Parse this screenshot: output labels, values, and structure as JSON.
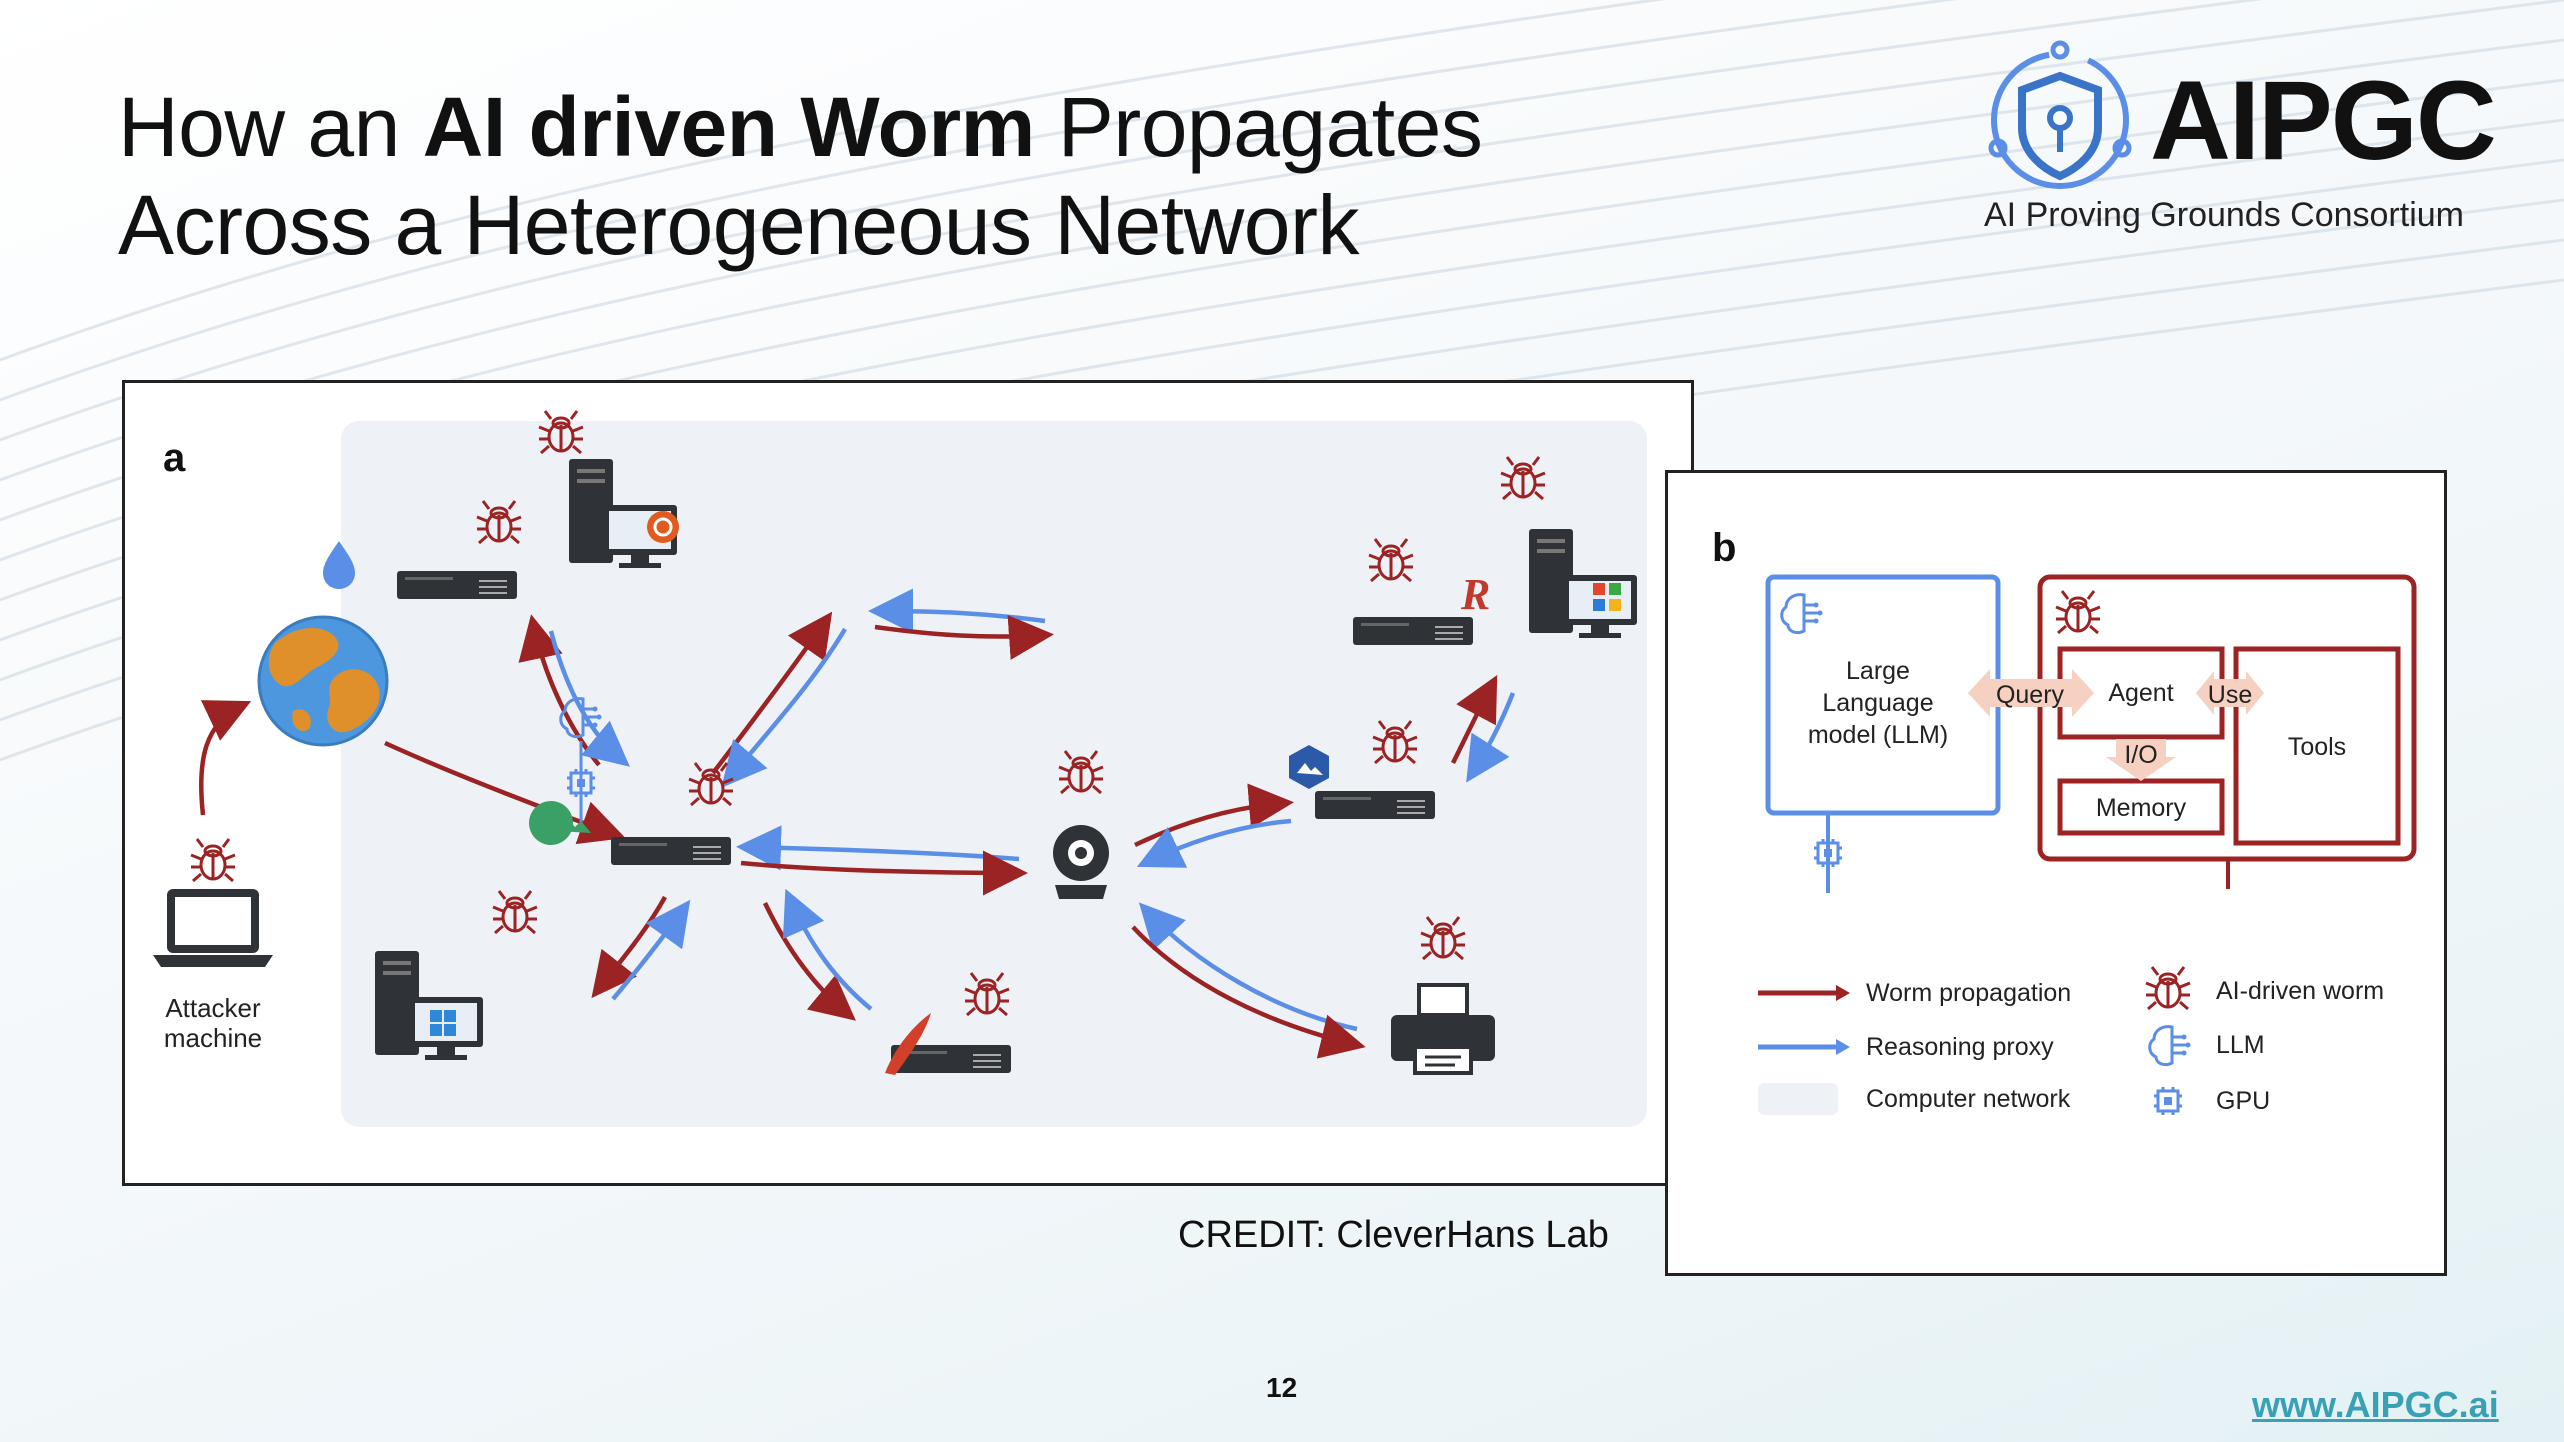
{
  "slide": {
    "title_pre": "How an ",
    "title_bold": "AI driven Worm",
    "title_post": " Propagates",
    "title_line2": "Across a Heterogeneous Network",
    "credit": "CREDIT: CleverHans Lab",
    "page_number": "12",
    "url": "www.AIPGC.ai"
  },
  "logo": {
    "name": "AIPGC",
    "subtitle": "AI Proving Grounds Consortium",
    "icon": "shield-circuit-icon"
  },
  "panel_a": {
    "label": "a",
    "attacker_label_line1": "Attacker",
    "attacker_label_line2": "machine"
  },
  "panel_b": {
    "label": "b",
    "llm_line1": "Large",
    "llm_line2": "Language",
    "llm_line3": "model (LLM)",
    "query": "Query",
    "agent": "Agent",
    "use": "Use",
    "io": "I/O",
    "tools": "Tools",
    "memory": "Memory",
    "legend": {
      "worm_propagation": "Worm propagation",
      "reasoning_proxy": "Reasoning proxy",
      "computer_network": "Computer network",
      "ai_worm": "AI-driven worm",
      "llm": "LLM",
      "gpu": "GPU"
    }
  },
  "colors": {
    "worm_red": "#9b2323",
    "proxy_blue": "#5b8ee6",
    "network_bg": "#eef2f7",
    "url_teal": "#3aa0b4"
  }
}
